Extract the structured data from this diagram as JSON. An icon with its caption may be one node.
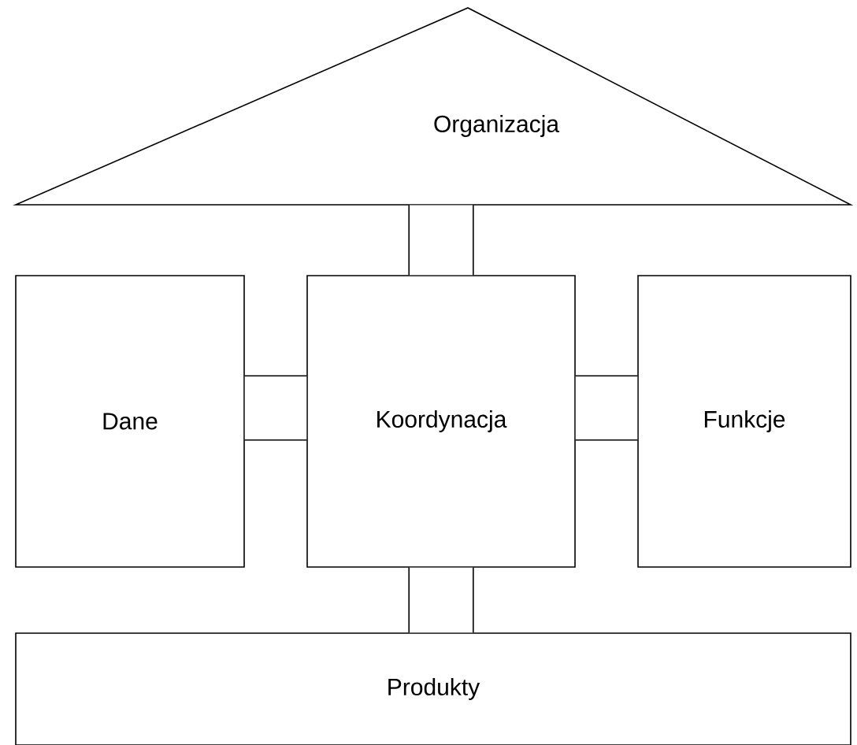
{
  "diagram": {
    "nodes": [
      {
        "text": [
          "Organizacja"
        ]
      },
      {
        "text": [
          "Dane"
        ]
      },
      {
        "text": [
          "Koordynacja"
        ]
      },
      {
        "text": [
          "Funkcje"
        ]
      },
      {
        "text": [
          "Produkty"
        ]
      }
    ],
    "edges": [
      {
        "from": 0,
        "to": 2,
        "arrow": "none"
      },
      {
        "from": 1,
        "to": 2,
        "arrow": "none"
      },
      {
        "from": 2,
        "to": 3,
        "arrow": "none"
      },
      {
        "from": 2,
        "to": 4,
        "arrow": "none"
      }
    ]
  }
}
